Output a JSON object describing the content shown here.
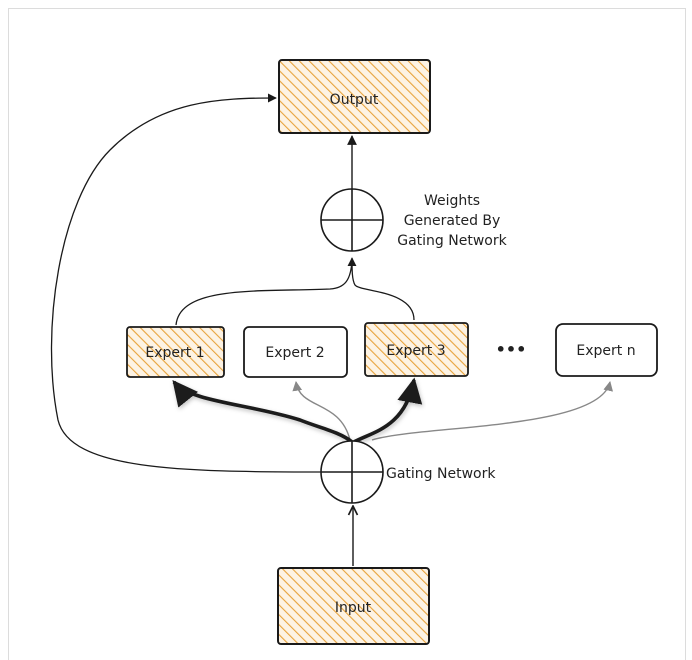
{
  "colors": {
    "stroke": "#1a1a1a",
    "hatch_fill": "#e8a33c",
    "hatch_background": "#fdf3e4",
    "thin_arrow": "#888888"
  },
  "nodes": {
    "output": "Output",
    "input": "Input",
    "expert_1": "Expert 1",
    "expert_2": "Expert 2",
    "expert_3": "Expert 3",
    "ellipsis": "•••",
    "expert_n": "Expert n"
  },
  "annotations": {
    "weights_line1": "Weights",
    "weights_line2": "Generated By",
    "weights_line3": "Gating Network",
    "gating_network": "Gating Network"
  },
  "icons": {
    "combiner": "circle-plus-icon",
    "gating": "circle-plus-icon"
  }
}
